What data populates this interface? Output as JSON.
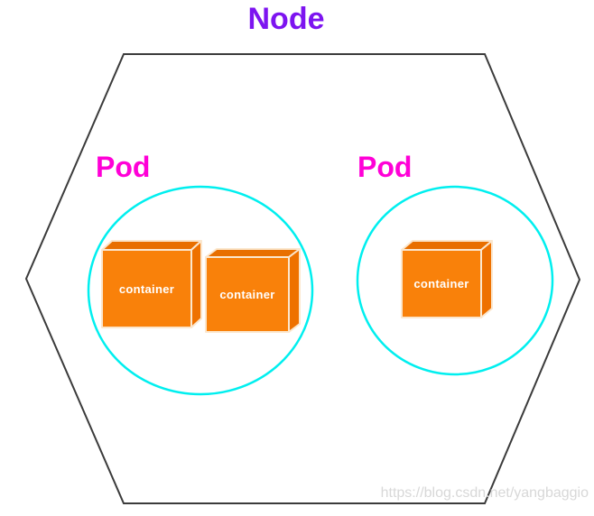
{
  "diagram": {
    "node": {
      "label": "Node"
    },
    "pods": [
      {
        "label": "Pod",
        "containers": [
          {
            "label": "container"
          },
          {
            "label": "container"
          }
        ]
      },
      {
        "label": "Pod",
        "containers": [
          {
            "label": "container"
          }
        ]
      }
    ],
    "watermark": "https://blog.csdn.net/yangbaggio",
    "colors": {
      "node_label": "#7D14F0",
      "node_border": "#3B3B3B",
      "pod_label": "#FF00D7",
      "pod_border": "#00EFEF",
      "container_front": "#F9810A",
      "container_top": "#E86F00",
      "container_side": "#EE7100",
      "container_edge": "#FBE7CE",
      "container_label": "#FFFFFF",
      "watermark_text": "#D8D8D8"
    }
  }
}
